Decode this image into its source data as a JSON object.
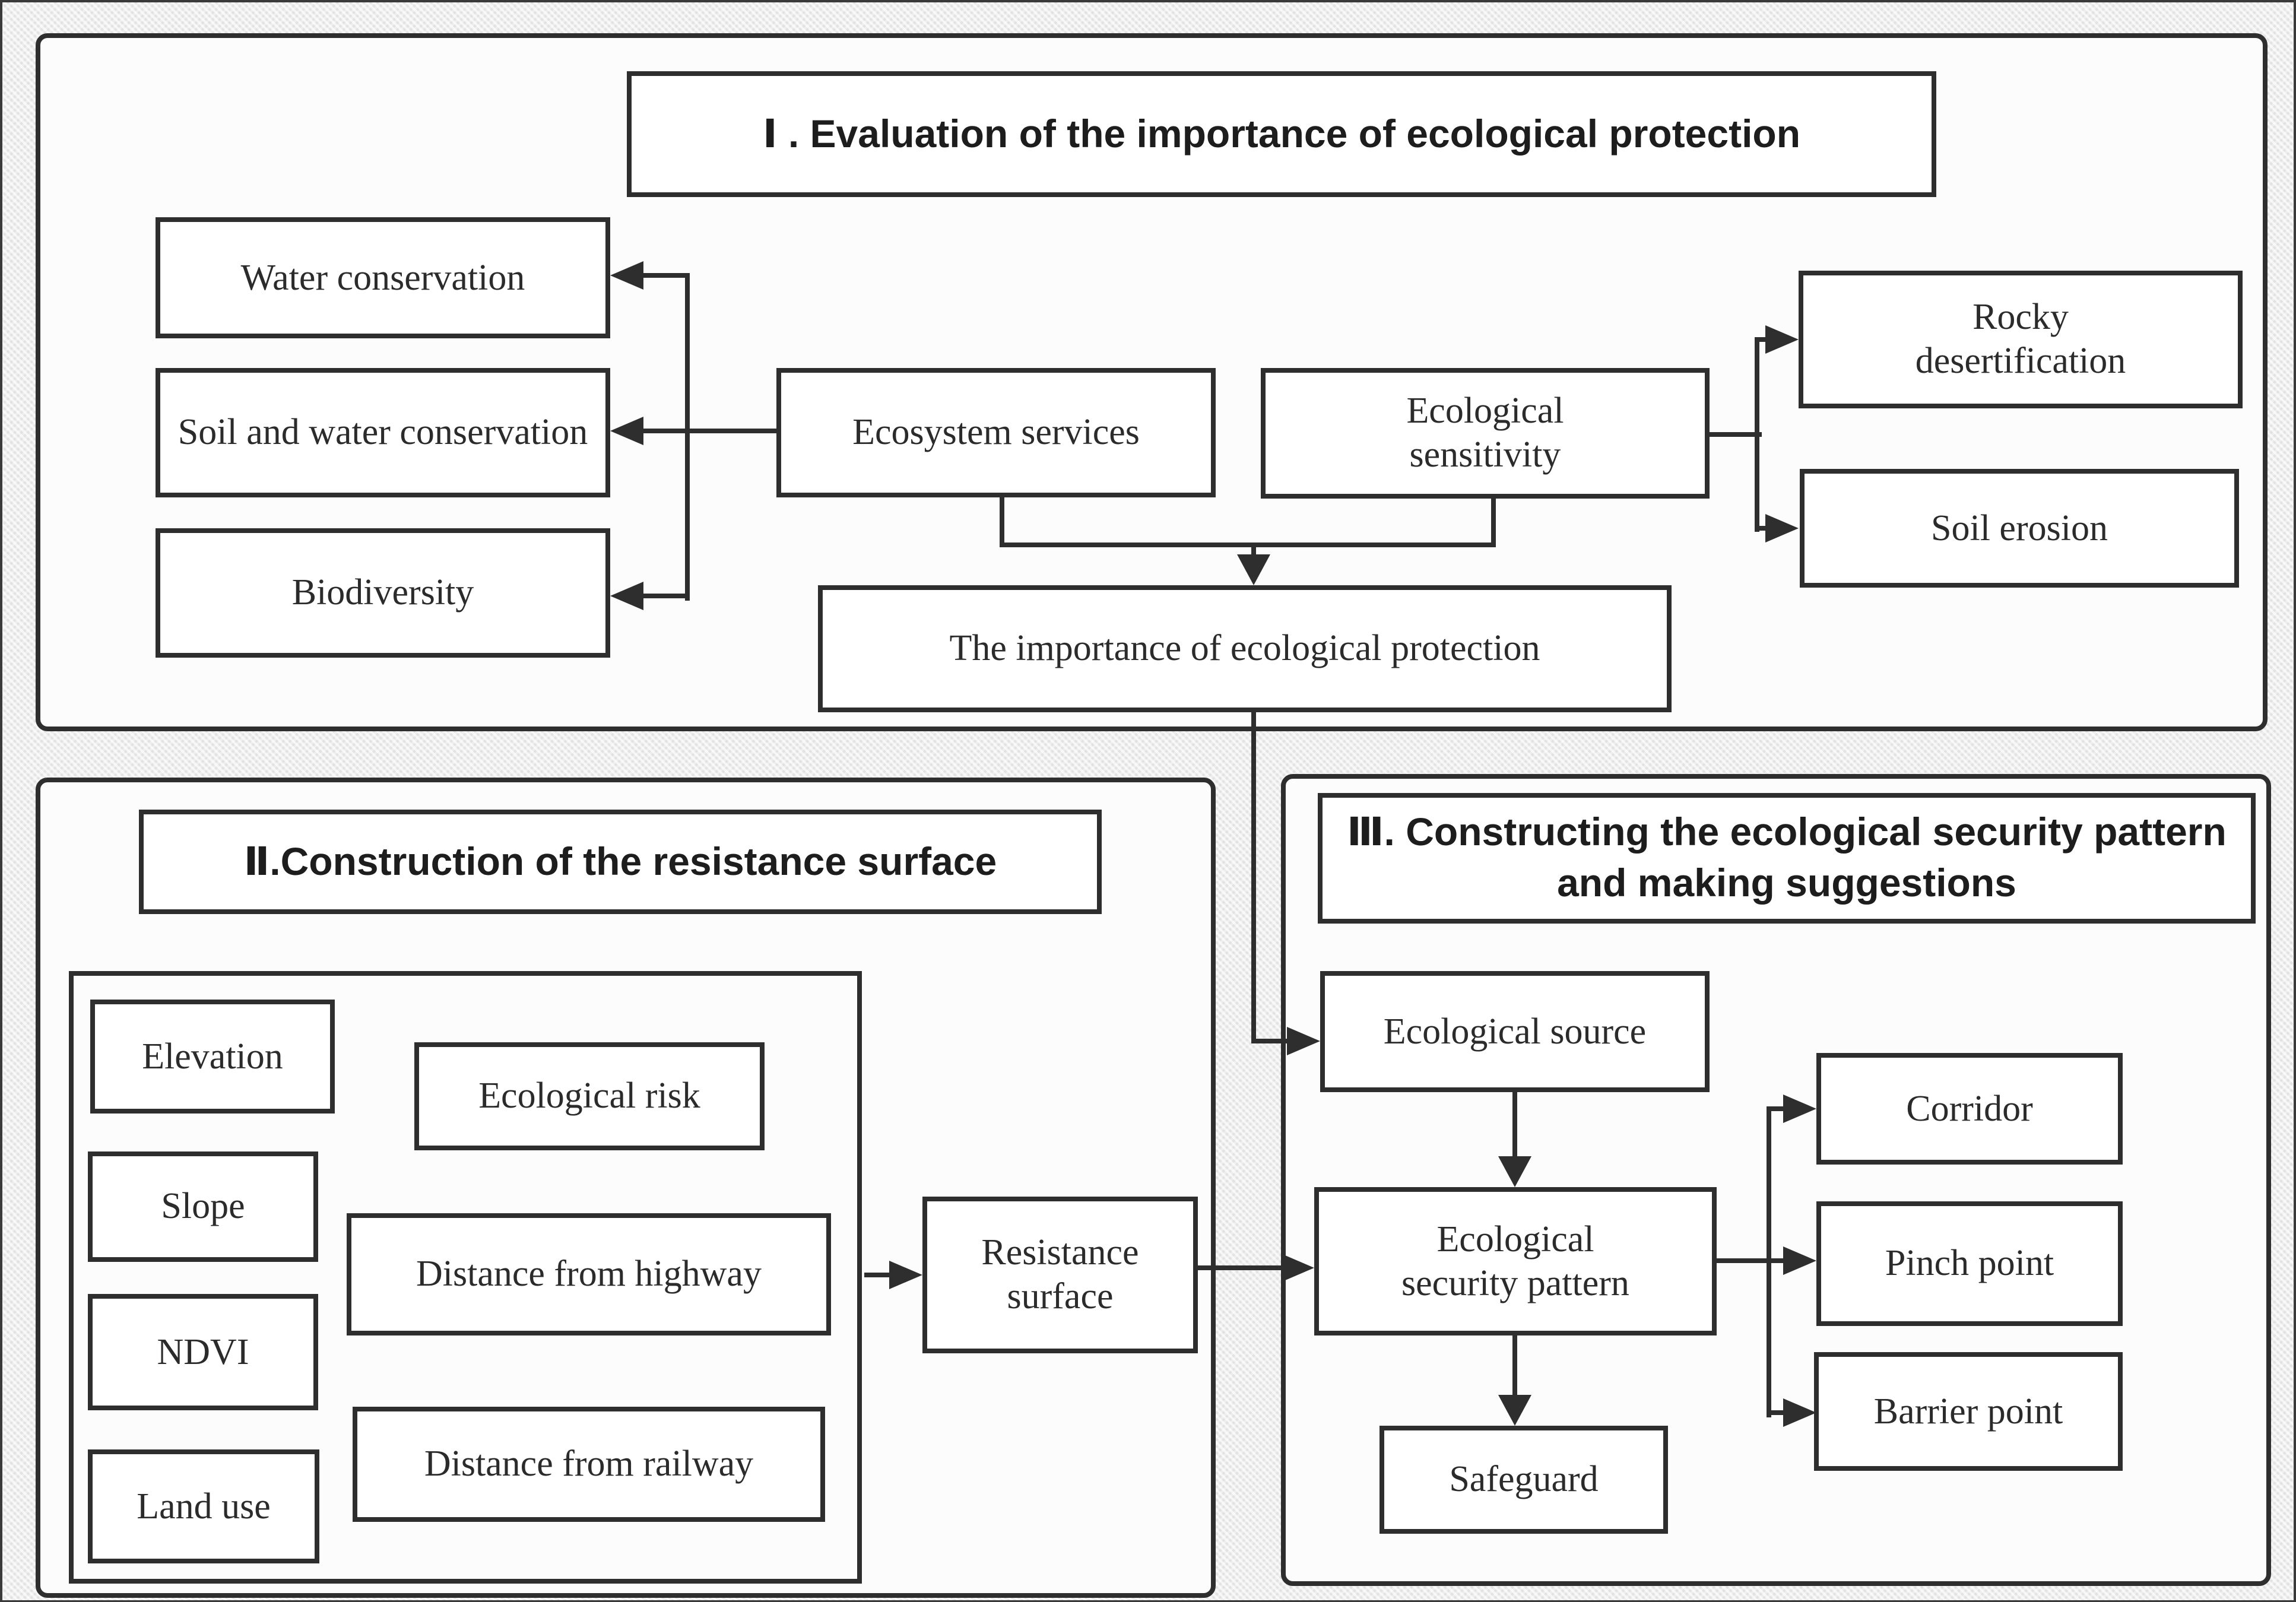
{
  "diagram": {
    "sections": [
      {
        "title": "Ⅰ . Evaluation of the importance of ecological protection"
      },
      {
        "title": "Ⅱ.Construction of the resistance surface"
      },
      {
        "title": "Ⅲ. Constructing the ecological security pattern and making suggestions"
      }
    ],
    "nodes": {
      "water": {
        "label": "Water conservation"
      },
      "soil_water": {
        "label": "Soil and water conservation"
      },
      "biodiversity": {
        "label": "Biodiversity"
      },
      "ecosystem_services": {
        "label": "Ecosystem services"
      },
      "ecological_sensitivity": {
        "label": "Ecological sensitivity"
      },
      "rocky_desertification": {
        "label": "Rocky desertification"
      },
      "soil_erosion": {
        "label": "Soil erosion"
      },
      "importance": {
        "label": "The importance of ecological protection"
      },
      "elevation": {
        "label": "Elevation"
      },
      "slope": {
        "label": "Slope"
      },
      "ndvi": {
        "label": "NDVI"
      },
      "land_use": {
        "label": "Land use"
      },
      "ecological_risk": {
        "label": "Ecological risk"
      },
      "distance_highway": {
        "label": "Distance from highway"
      },
      "distance_railway": {
        "label": "Distance from railway"
      },
      "resistance_surface": {
        "label": "Resistance surface"
      },
      "ecological_source": {
        "label": "Ecological source"
      },
      "security_pattern": {
        "label": "Ecological security pattern"
      },
      "safeguard": {
        "label": "Safeguard"
      },
      "corridor": {
        "label": "Corridor"
      },
      "pinch_point": {
        "label": "Pinch point"
      },
      "barrier_point": {
        "label": "Barrier point"
      }
    },
    "colors": {
      "line": "#2e2e2e",
      "text": "#2b2b2b",
      "title_text": "#1d1d1d",
      "panel_bg": "#fcfcfc",
      "box_bg": "#ffffff",
      "page_bg": "#eeeeee"
    }
  }
}
